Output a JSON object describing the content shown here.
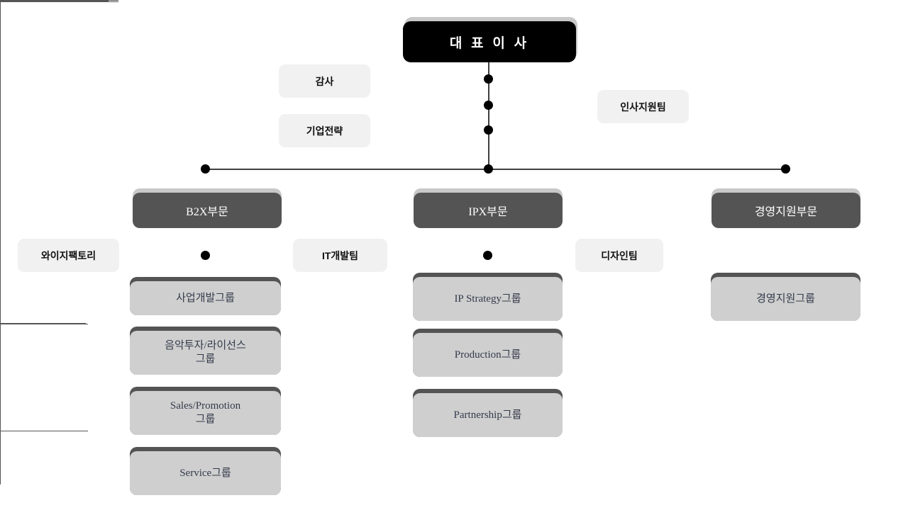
{
  "chart": {
    "type": "org-chart",
    "title": "",
    "background": "#ffffff",
    "colors": {
      "ceo_fill": "#000000",
      "ceo_text": "#ffffff",
      "division_fill": "#545454",
      "division_text": "#ffffff",
      "group_fill": "#cfcfcf",
      "group_cap": "#545454",
      "group_text": "#333a4a",
      "staff_fill": "#f1f1f1",
      "staff_text": "#111111",
      "connector": "#404040",
      "node_dot": "#000000",
      "shadow_cap": "#c9c9c9"
    }
  },
  "ceo": {
    "label": "대 표 이 사"
  },
  "staff": [
    {
      "label": "감사",
      "side": "left"
    },
    {
      "label": "인사지원팀",
      "side": "right"
    },
    {
      "label": "기업전략",
      "side": "left"
    }
  ],
  "divisions": [
    {
      "label": "B2X부문",
      "side_units": [
        {
          "label": "와이지팩토리",
          "side": "left"
        },
        {
          "label": "IT개발팀",
          "side": "right"
        }
      ],
      "groups": [
        {
          "label": "사업개발그룹"
        },
        {
          "label": "음악투자/라이선스\n그룹",
          "line1": "음악투자/라이선스",
          "line2": "그룹"
        },
        {
          "label": "Sales/Promotion\n그룹",
          "line1": "Sales/Promotion",
          "line2": "그룹"
        },
        {
          "label": "Service그룹"
        }
      ]
    },
    {
      "label": "IPX부문",
      "side_units": [
        {
          "label": "디자인팀",
          "side": "right"
        }
      ],
      "groups": [
        {
          "label": "IP Strategy그룹"
        },
        {
          "label": "Production그룹"
        },
        {
          "label": "Partnership그룹"
        }
      ]
    },
    {
      "label": "경영지원부문",
      "side_units": [],
      "groups": [
        {
          "label": "경영지원그룹"
        }
      ]
    }
  ]
}
